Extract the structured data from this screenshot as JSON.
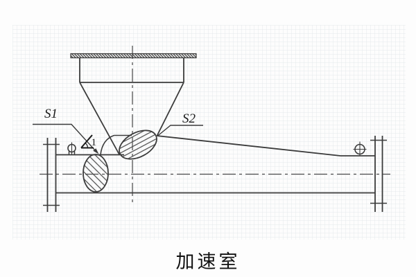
{
  "diagram": {
    "type": "technical-drawing",
    "caption": "加速室",
    "labels": {
      "s1": "S1",
      "s2": "S2",
      "angle_symbol": "∠",
      "angle_number": "1"
    },
    "colors": {
      "line": "#3b3b3b",
      "text": "#1a1a1a",
      "background": "#fdfdfd",
      "grid_line": "#cdd4da"
    }
  }
}
